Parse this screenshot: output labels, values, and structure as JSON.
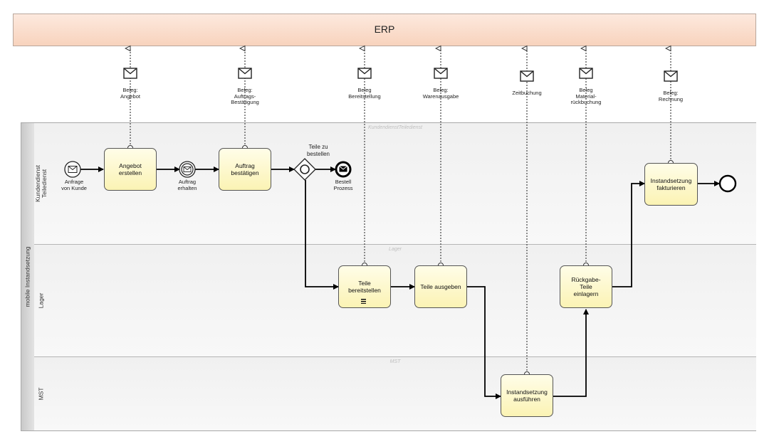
{
  "erp": {
    "label": "ERP"
  },
  "pool": {
    "title": "mobile Instandsetzung"
  },
  "lanes": {
    "kd": {
      "label_line1": "Kundendienst",
      "label_line2": "Teiledienst",
      "watermark": "KundendienstTeiledienst"
    },
    "lager": {
      "label": "Lager",
      "watermark": "Lager"
    },
    "mst": {
      "label": "MST",
      "watermark": "MST"
    }
  },
  "tasks": {
    "angebot": {
      "line1": "Angebot",
      "line2": "erstellen"
    },
    "auftrag": {
      "line1": "Auftrag",
      "line2": "bestätigen"
    },
    "teile_bereit": {
      "line1": "Teile",
      "line2": "bereitstellen"
    },
    "teile_ausgeben": {
      "line1": "Teile ausgeben"
    },
    "rueckgabe": {
      "line1": "Rückgabe-",
      "line2": "Teile",
      "line3": "einlagern"
    },
    "fakturieren": {
      "line1": "Instandsetzung",
      "line2": "fakturieren"
    },
    "ausfuehren": {
      "line1": "Instandsetzung",
      "line2": "ausführen"
    }
  },
  "events": {
    "anfrage": {
      "line1": "Anfrage",
      "line2": "von Kunde"
    },
    "auftrag_erhalten": {
      "line1": "Auftrag",
      "line2": "erhalten"
    },
    "gateway": {
      "line1": "Teile zu",
      "line2": "bestellen"
    },
    "bestell": {
      "line1": "Bestell",
      "line2": "Prozess"
    }
  },
  "messages": {
    "angebot": {
      "line1": "Beleg:",
      "line2": "Angebot"
    },
    "bestaetigung": {
      "line1": "Beleg:",
      "line2": "Auftrags-",
      "line3": "Bestätigung"
    },
    "bereitstellung": {
      "line1": "Beleg",
      "line2": "Bereitstellung"
    },
    "warenausgabe": {
      "line1": "Beleg:",
      "line2": "Warenausgabe"
    },
    "zeitbuchung": {
      "line1": "Zeitbuchung"
    },
    "material": {
      "line1": "Beleg",
      "line2": "Material-",
      "line3": "rückbuchung"
    },
    "rechnung": {
      "line1": "Beleg:",
      "line2": "Rechnung"
    }
  },
  "icons": [
    "envelope-icon",
    "message-flow-arrow-icon",
    "parallel-multi-instance-icon",
    "end-event-icon"
  ],
  "colors": {
    "erp_fill": "#fbdcca",
    "task_fill": "#fcf6c3",
    "lane_fill": "#f4f4f4"
  }
}
